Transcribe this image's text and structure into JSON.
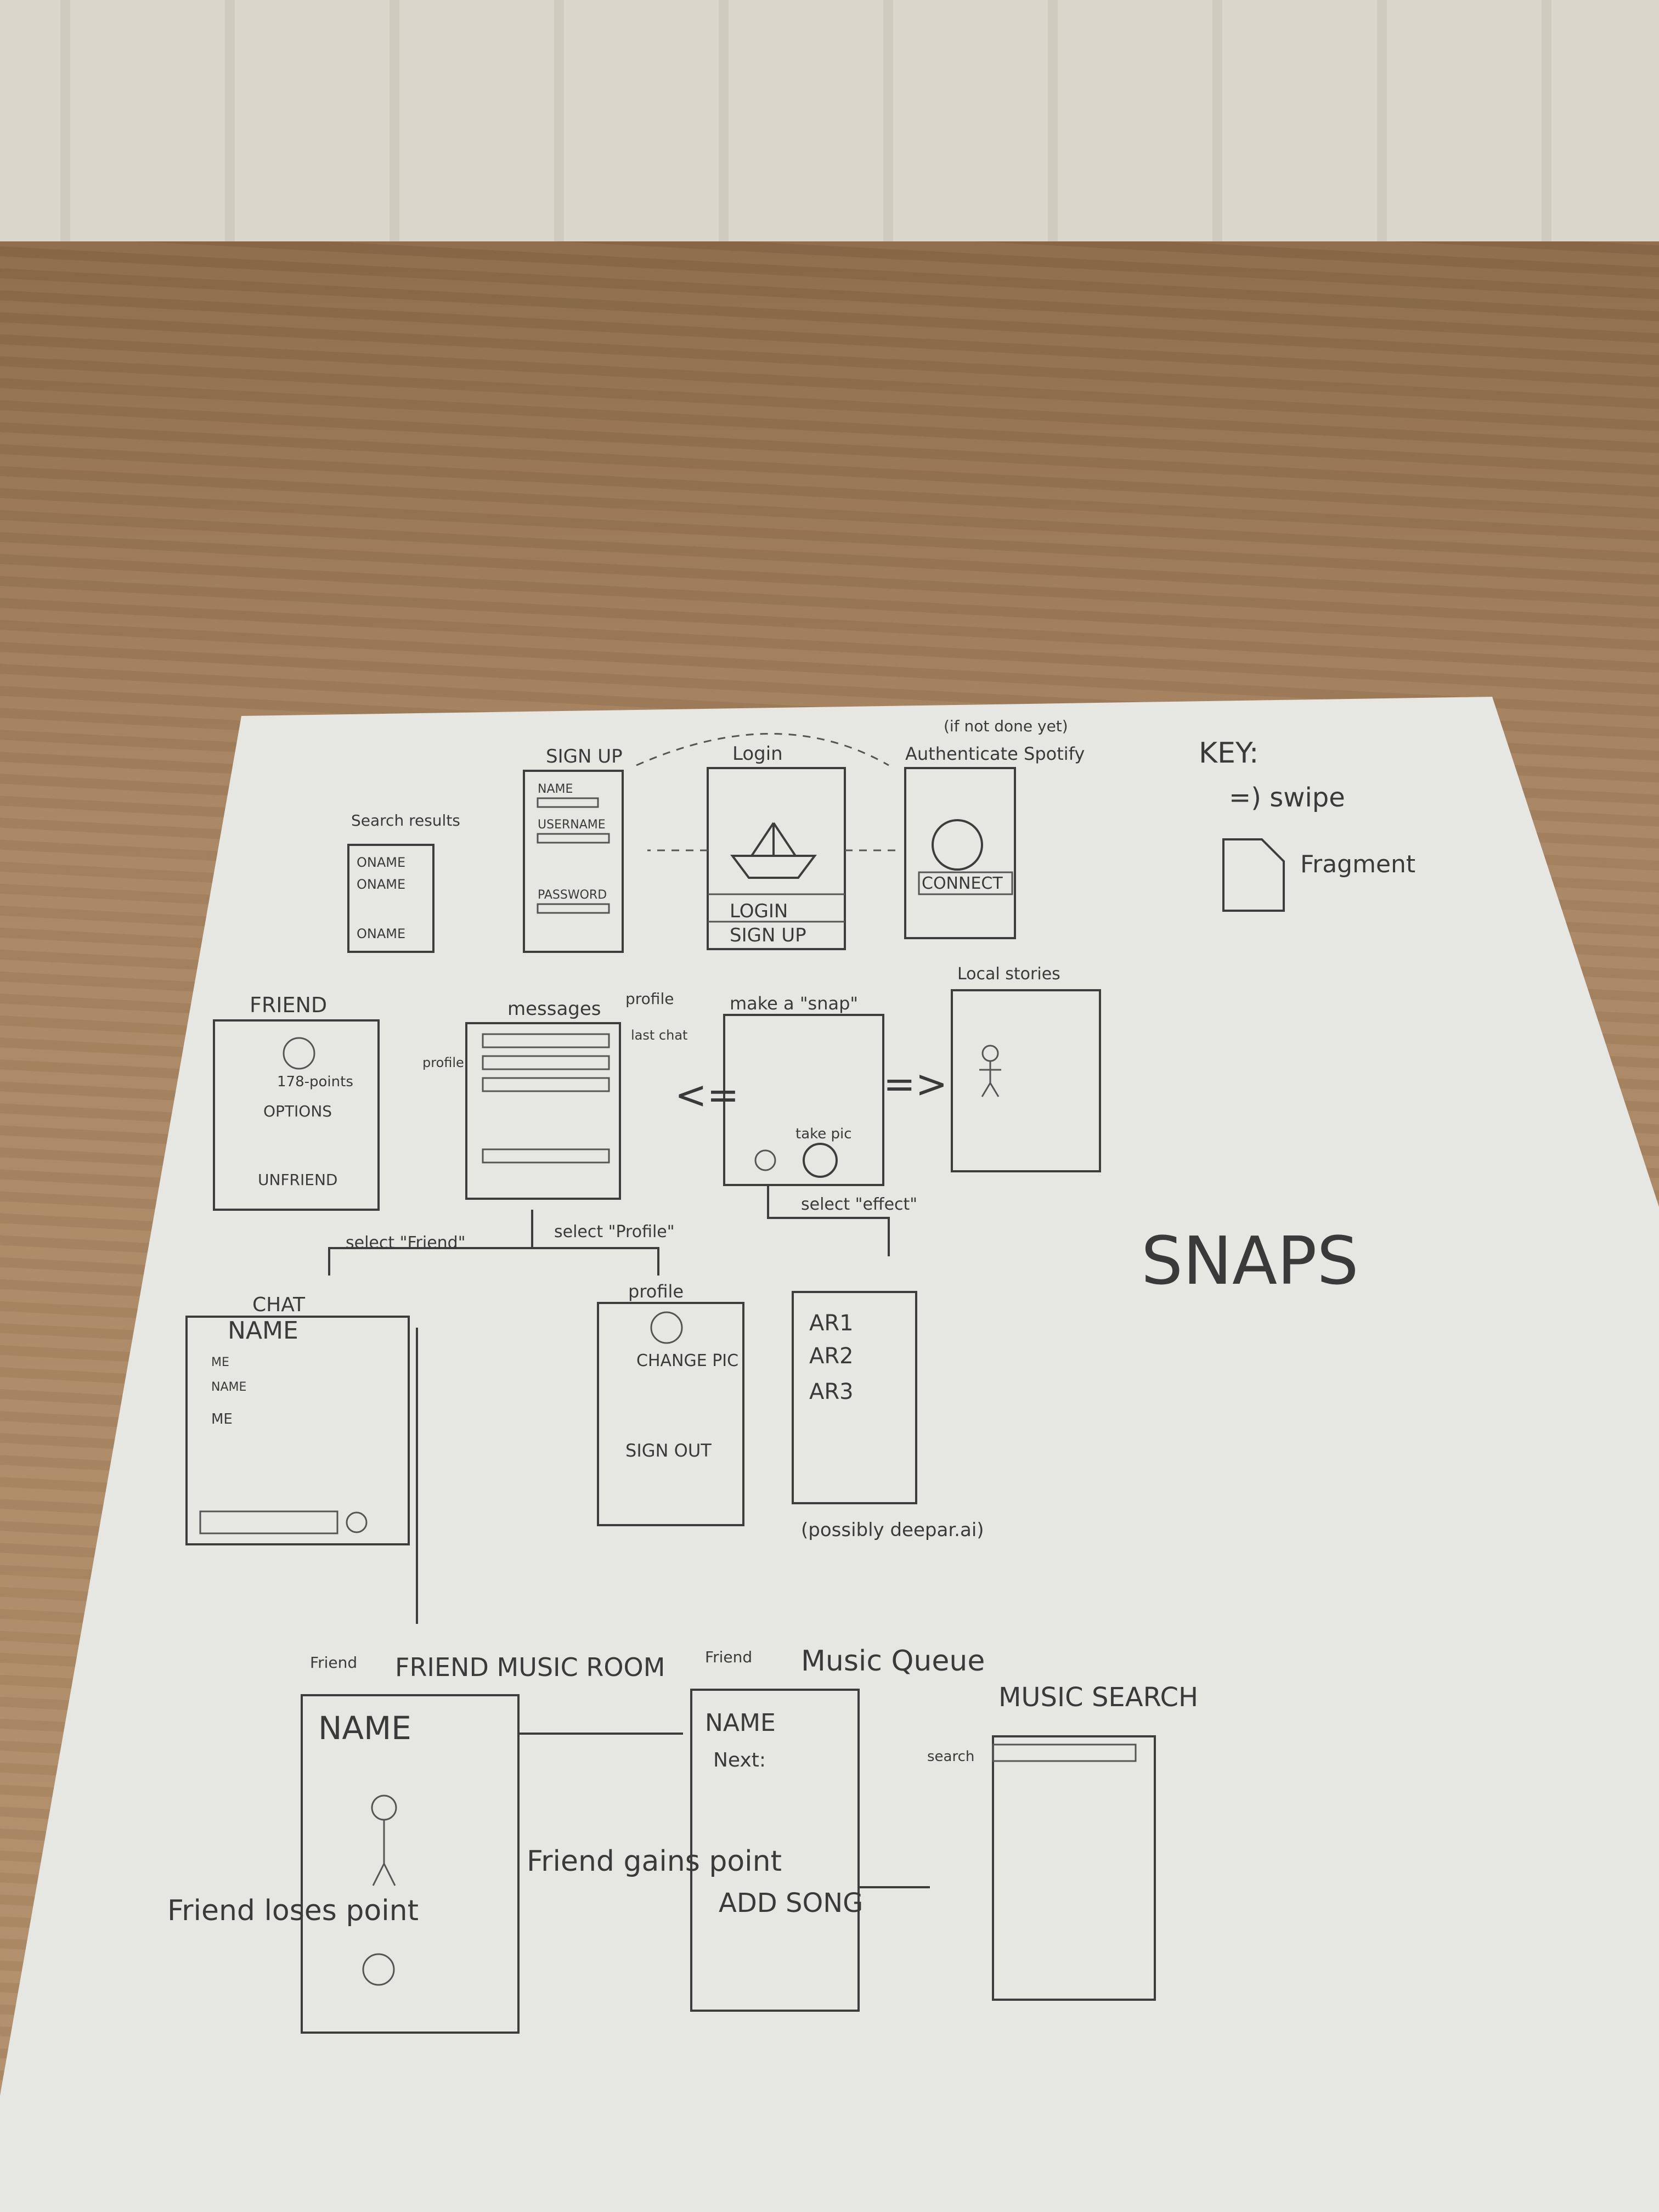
{
  "sketch": {
    "key": {
      "title": "KEY:",
      "swipe": "=) swipe",
      "fragment": "Fragment"
    },
    "title": "SNAPS",
    "auth_note": "(if not done yet)",
    "screens": {
      "signup": {
        "title": "SIGN UP",
        "name": "NAME",
        "username": "USERNAME",
        "password": "PASSWORD"
      },
      "login": {
        "title": "Login",
        "login_button": "LOGIN",
        "signup_button": "SIGN UP"
      },
      "spotify": {
        "title": "Authenticate Spotify",
        "connect_button": "CONNECT"
      },
      "search_results": {
        "title": "Search results",
        "items": [
          "ONAME",
          "ONAME",
          "ONAME"
        ]
      },
      "messages": {
        "title": "messages",
        "profile_label": "profile",
        "profile_side": "profile",
        "last_chat": "last chat"
      },
      "make_snap": {
        "title": "make a \"snap\"",
        "take_pic": "take pic"
      },
      "local_stories": {
        "title": "Local stories"
      },
      "friend": {
        "title": "FRIEND",
        "points": "178-points",
        "options": "OPTIONS",
        "unfriend": "UNFRIEND"
      },
      "chat": {
        "title": "CHAT",
        "name": "NAME",
        "lines": [
          "ME",
          "NAME",
          "ME"
        ]
      },
      "profile": {
        "title": "profile",
        "change_pic": "CHANGE PIC",
        "sign_out": "SIGN OUT"
      },
      "effects": {
        "items": [
          "AR1",
          "AR2",
          "AR3"
        ],
        "note": "(possibly deepar.ai)"
      },
      "friend_music_room": {
        "title": "FRIEND MUSIC ROOM",
        "tag": "Friend",
        "name": "NAME",
        "loses": "Friend loses point",
        "gains": "Friend gains point"
      },
      "music_queue": {
        "title": "Music Queue",
        "tag": "Friend",
        "name": "NAME",
        "next": "Next:",
        "add_song": "ADD SONG"
      },
      "music_search": {
        "title": "MUSIC SEARCH",
        "search": "search"
      }
    },
    "arrows": {
      "select_friend": "select \"Friend\"",
      "select_profile": "select \"Profile\"",
      "select_effect": "select \"effect\"",
      "swipe_left": "<=",
      "swipe_right": "=>"
    }
  }
}
